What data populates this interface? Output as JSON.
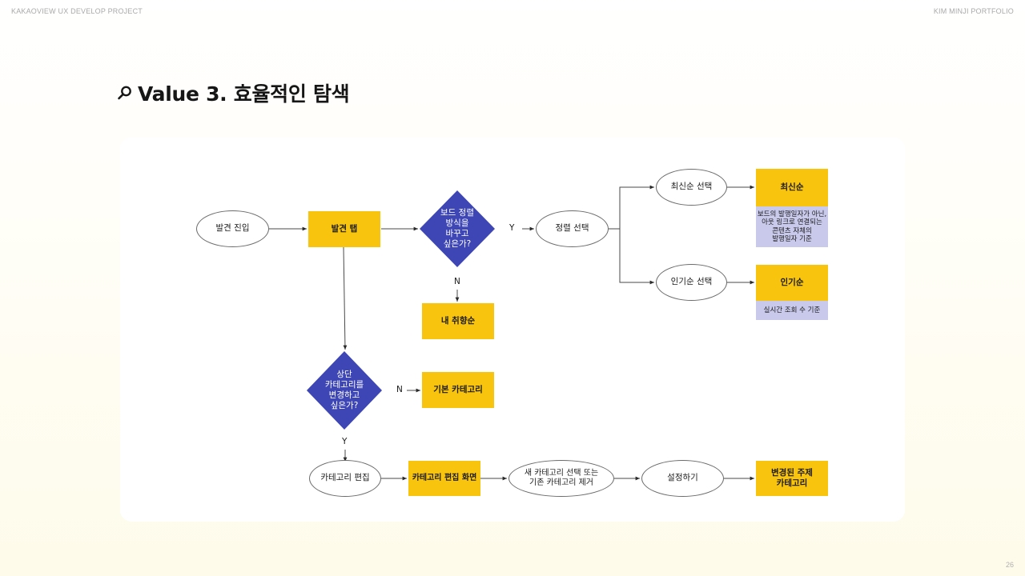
{
  "header": {
    "project": "KAKAOVIEW UX DEVELOP PROJECT",
    "author": "KIM MINJI PORTFOLIO",
    "page_number": "26"
  },
  "title": {
    "icon": "search-icon",
    "text": "Value 3. 효율적인 탐색"
  },
  "colors": {
    "process_fill": "#f8c40d",
    "decision_fill": "#3d46b4",
    "note_fill": "#c9c9ec",
    "line": "#4a4a4a"
  },
  "flowchart": {
    "nodes": {
      "discover_entry": "발견 진입",
      "discover_tab": "발견 탭",
      "sort_decision": "보드 정렬\n방식을\n바꾸고\n싶은가?",
      "my_taste": "내 취향순",
      "sort_select": "정렬 선택",
      "latest_select": "최신순 선택",
      "popular_select": "인기순 선택",
      "latest": "최신순",
      "latest_note": "보드의 발행일자가 아닌,\n아웃 링크로 연결되는\n콘텐츠 자체의\n발행일자 기준",
      "popular": "인기순",
      "popular_note": "실시간 조회 수 기준",
      "category_decision": "상단\n카테고리를\n변경하고\n싶은가?",
      "default_category": "기본 카테고리",
      "category_edit": "카테고리 편집",
      "category_edit_screen": "카테고리 편집 화면",
      "category_select_remove": "새 카테고리 선택 또는\n기존 카테고리 제거",
      "apply": "설정하기",
      "changed_category": "변경된 주제\n카테고리"
    },
    "edge_labels": {
      "sort_yes": "Y",
      "sort_no": "N",
      "category_no": "N",
      "category_yes": "Y"
    }
  }
}
